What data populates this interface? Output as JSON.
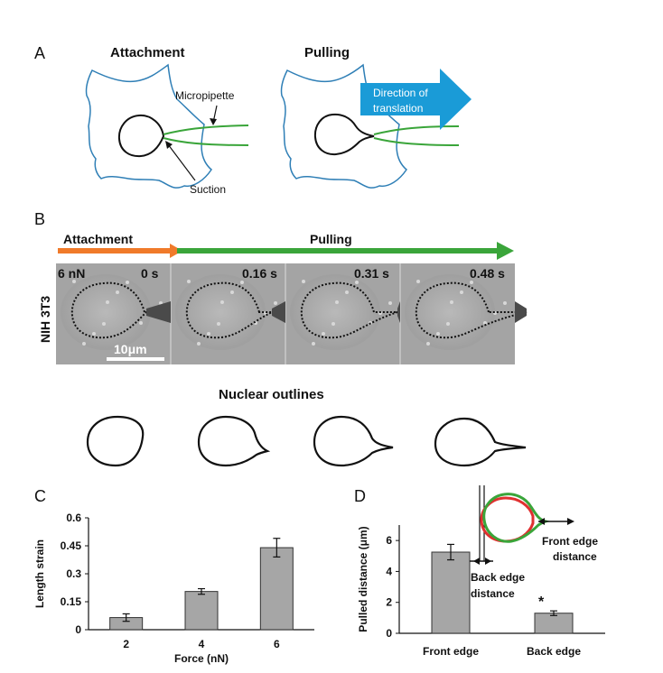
{
  "colors": {
    "cell_outline": "#2f7fb6",
    "pipette": "#3aa53a",
    "arrow_blue": "#1a9bd7",
    "attach_arrow": "#f07a2a",
    "pull_arrow": "#3aa53a",
    "bar_fill": "#a6a6a6",
    "red_outline": "#e03030",
    "green_outline": "#3aa53a"
  },
  "panel_a": {
    "label": "A",
    "attachment_title": "Attachment",
    "pulling_title": "Pulling",
    "micropipette": "Micropipette",
    "suction": "Suction",
    "direction_line1": "Direction of",
    "direction_line2": "translation"
  },
  "panel_b": {
    "label": "B",
    "attachment": "Attachment",
    "pulling": "Pulling",
    "force": "6 nN",
    "cell_type": "NIH 3T3",
    "scale_bar": "10μm",
    "timestamps": [
      "0 s",
      "0.16 s",
      "0.31 s",
      "0.48 s"
    ],
    "outlines_title": "Nuclear outlines"
  },
  "panel_c": {
    "label": "C"
  },
  "panel_d": {
    "label": "D",
    "front_edge_line1": "Front edge",
    "front_edge_line2": "distance",
    "back_edge_line1": "Back edge",
    "back_edge_line2": "distance",
    "significance": "*"
  },
  "chart_data": [
    {
      "type": "bar",
      "categories": [
        "2",
        "4",
        "6"
      ],
      "values": [
        0.065,
        0.205,
        0.44
      ],
      "errors": [
        0.02,
        0.015,
        0.05
      ],
      "xlabel": "Force (nN)",
      "ylabel": "Length strain",
      "ylim": [
        0,
        0.6
      ],
      "yticks": [
        "0",
        "0.15",
        "0.3",
        "0.45",
        "0.6"
      ],
      "grid": false
    },
    {
      "type": "bar",
      "categories": [
        "Front edge",
        "Back edge"
      ],
      "values": [
        5.25,
        1.3
      ],
      "errors": [
        0.5,
        0.15
      ],
      "xlabel": "",
      "ylabel": "Pulled distance (μm)",
      "ylim": [
        0,
        7
      ],
      "yticks": [
        "0",
        "2",
        "4",
        "6"
      ],
      "grid": false
    }
  ]
}
